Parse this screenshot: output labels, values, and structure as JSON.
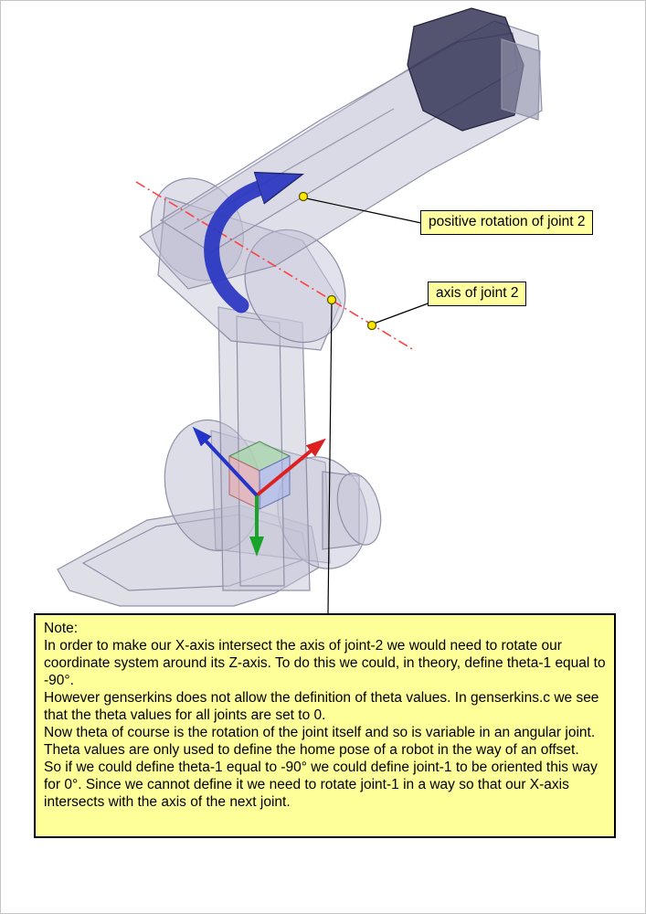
{
  "diagram": {
    "title": "robot arm joint-2 kinematics illustration",
    "callouts": [
      {
        "label": "positive rotation of joint 2"
      },
      {
        "label": "axis of joint 2"
      }
    ],
    "note": {
      "title": "Note:",
      "paragraphs": [
        "In order to make our X-axis intersect the axis of joint-2 we would need to rotate our coordinate system around its Z-axis. To do this we could, in theory,  define theta-1 equal to -90°.",
        "However genserkins does not allow the definition of theta values. In genserkins.c we see that the theta values for all joints are set to 0.",
        "Now theta of course is the rotation of the joint itself and so is variable in an angular joint. Theta values are only used to define the home pose of a robot in the way of an offset.",
        "So if we could define theta-1 equal to -90° we could define joint-1  to be oriented this way for 0°.  Since we cannot define it we need to rotate joint-1 in a way so that our X-axis intersects with the axis of the next joint."
      ]
    },
    "colors": {
      "callout_bg": "#ffffa0",
      "note_bg": "#ffff99",
      "joint_axis_line": "#ff4040",
      "rotation_arrow": "#2a36c2",
      "x_axis_arrow": "#dd2020",
      "y_axis_arrow": "#18a428",
      "z_axis_arrow": "#2433c8",
      "marker_dot": "#ffe800",
      "robot_body": "#c0c0d4"
    }
  }
}
